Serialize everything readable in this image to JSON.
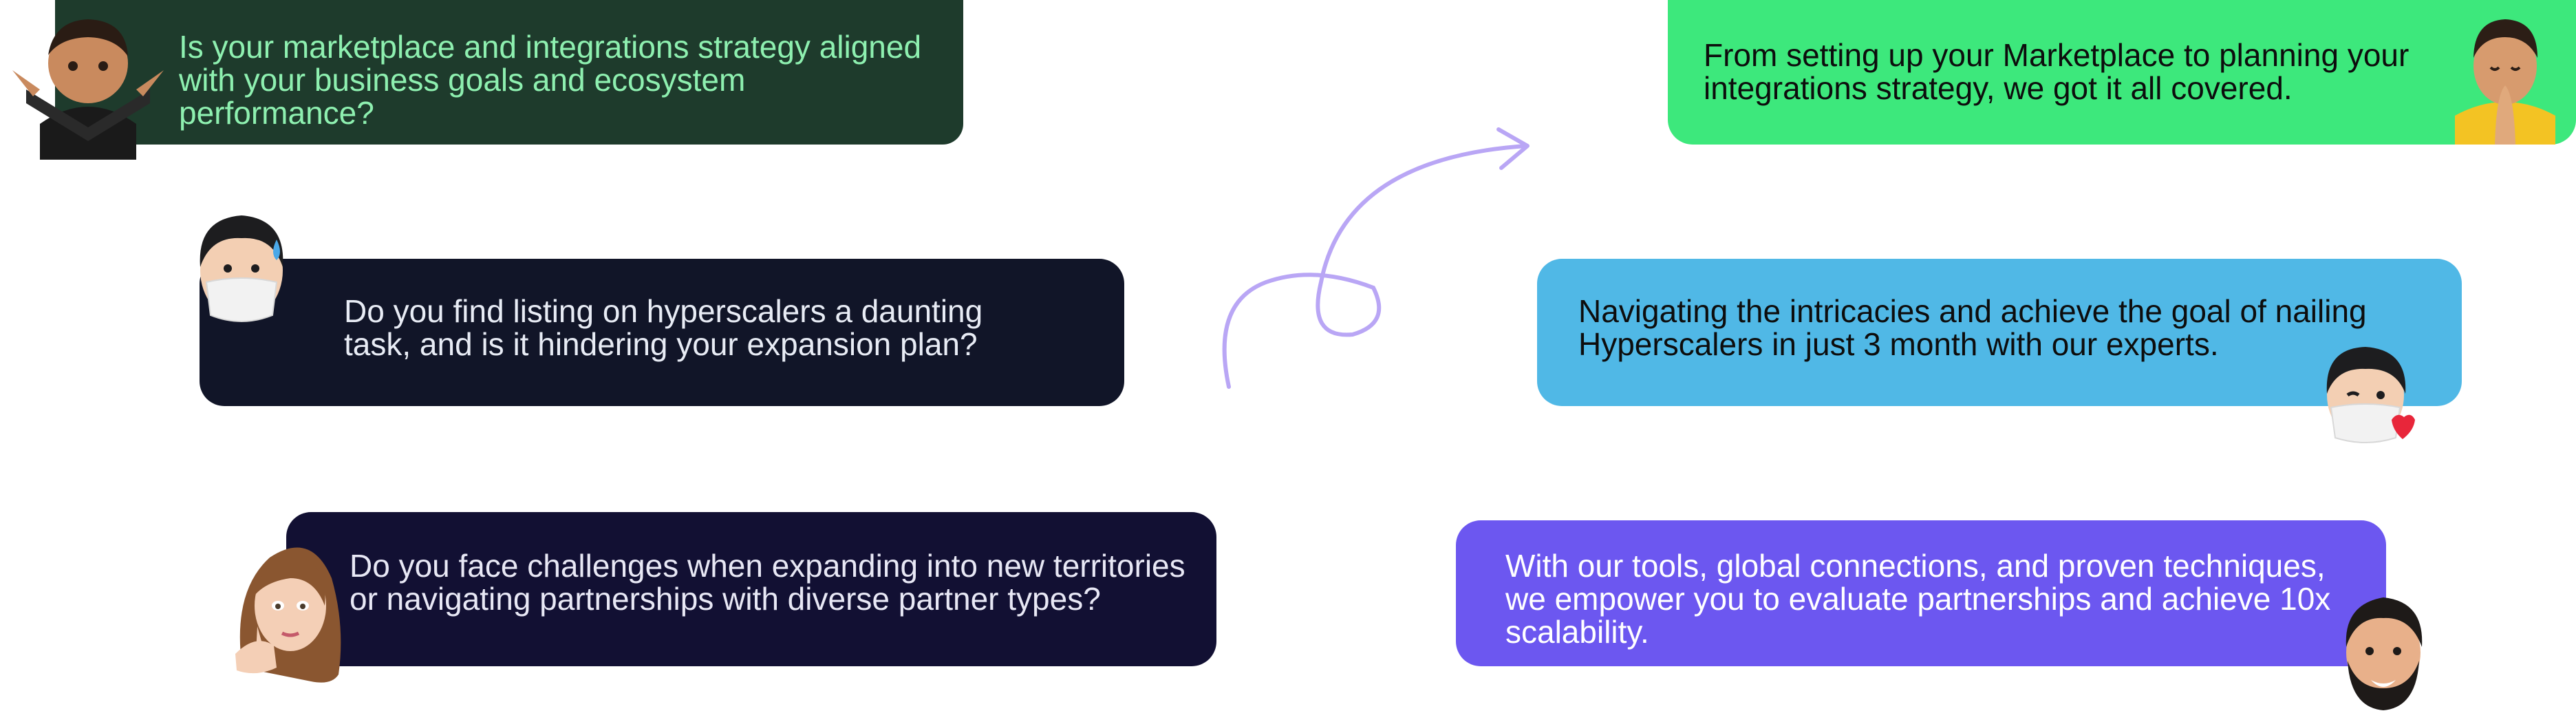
{
  "left_column": {
    "question_1": "Is your marketplace and integrations strategy aligned\nwith your business goals and ecosystem\nperformance?",
    "question_2": "Do you find listing on hyperscalers a daunting\ntask, and is it hindering your expansion plan?",
    "question_3": "Do you face challenges when expanding into new territories\nor navigating partnerships with diverse partner types?"
  },
  "right_column": {
    "answer_1": "From setting up your Marketplace to planning your\nintegrations strategy, we got it all covered.",
    "answer_2": "Navigating the intricacies and achieve the goal of nailing\nHyperscalers in just 3 month with our experts.",
    "answer_3": "With our tools, global connections, and proven techniques,\nwe empower you to evaluate partnerships and achieve 10x\nscalability."
  },
  "avatars": {
    "avatar_1": "crossed-arms-memoji-icon",
    "avatar_2": "masked-sweating-memoji-icon",
    "avatar_3": "thinking-woman-memoji-icon",
    "avatar_4": "praying-memoji-icon",
    "avatar_5": "masked-winking-heart-memoji-icon",
    "avatar_6": "bearded-memoji-icon"
  },
  "colors": {
    "question_1_bg": "#1e3b2c",
    "question_1_text": "#8ef0b0",
    "question_2_bg": "#111528",
    "question_3_bg": "#121033",
    "answer_1_bg": "#3de87c",
    "answer_2_bg": "#50b8e6",
    "answer_3_bg": "#6c57f0",
    "arrow": "#b9a6f5"
  }
}
